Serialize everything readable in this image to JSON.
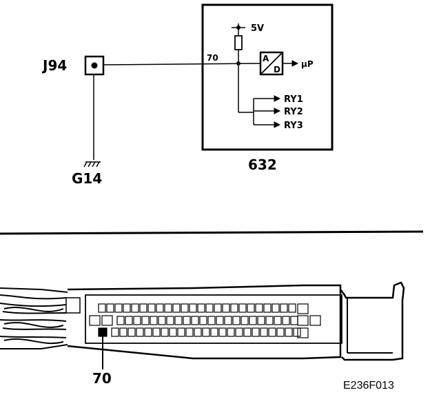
{
  "schematic": {
    "connector_label": "J94",
    "ground_label": "G14",
    "module_label": "632",
    "pin_label": "70",
    "supply_label": "5V",
    "output_label": "µP",
    "adc_top": "A",
    "adc_bottom": "D",
    "relay_outputs": [
      "RY1",
      "RY2",
      "RY3"
    ]
  },
  "connector_view": {
    "pin_callout": "70"
  },
  "figure_id": "E236F013"
}
